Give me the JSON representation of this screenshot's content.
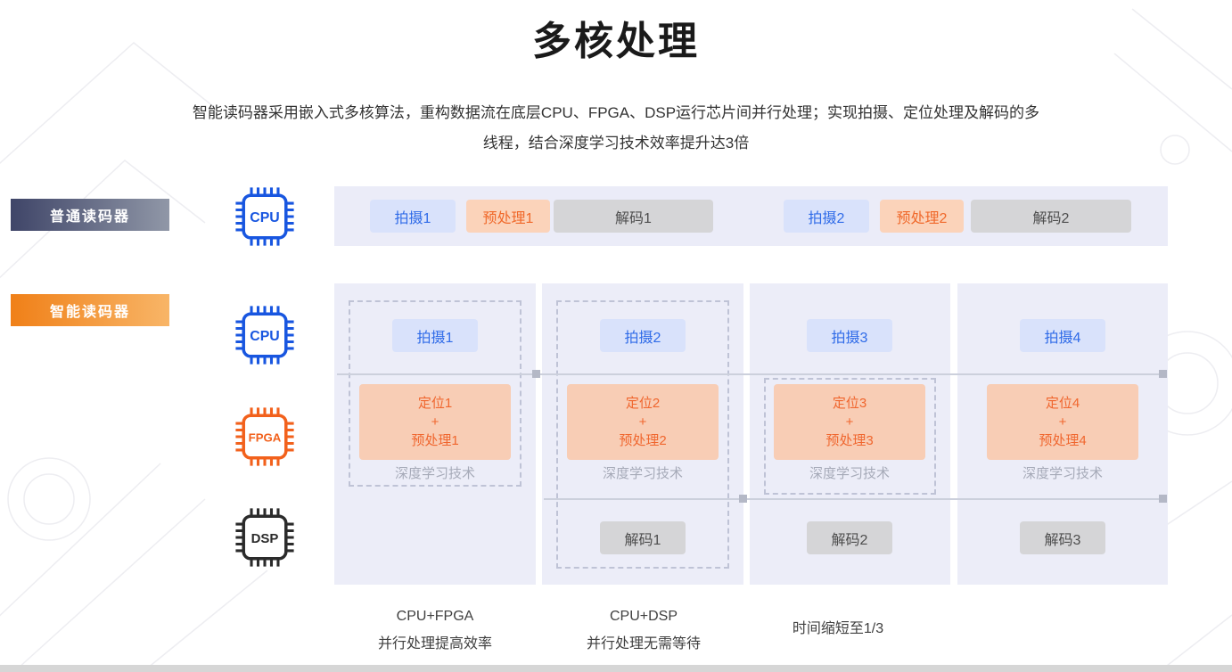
{
  "page": {
    "title": "多核处理",
    "description": {
      "line1": "智能读码器采用嵌入式多核算法，重构数据流在底层CPU、FPGA、DSP运行芯片间并行处理；实现拍摄、定位处理及解码的多",
      "line2": "线程，结合深度学习技术效率提升达3倍"
    }
  },
  "rows": {
    "normal_label": "普通读码器",
    "smart_label": "智能读码器"
  },
  "chips": {
    "cpu_normal": "CPU",
    "cpu_smart": "CPU",
    "fpga": "FPGA",
    "dsp": "DSP"
  },
  "normal_timeline": {
    "capture1": "拍摄1",
    "preprocess1": "预处理1",
    "decode1": "解码1",
    "capture2": "拍摄2",
    "preprocess2": "预处理2",
    "decode2": "解码2"
  },
  "smart_columns": [
    {
      "capture": "拍摄1",
      "locate": "定位1",
      "plus": "+",
      "preprocess": "预处理1",
      "deep_learning": "深度学习技术"
    },
    {
      "capture": "拍摄2",
      "locate": "定位2",
      "plus": "+",
      "preprocess": "预处理2",
      "deep_learning": "深度学习技术",
      "decode": "解码1"
    },
    {
      "capture": "拍摄3",
      "locate": "定位3",
      "plus": "+",
      "preprocess": "预处理3",
      "deep_learning": "深度学习技术",
      "decode": "解码2"
    },
    {
      "capture": "拍摄4",
      "locate": "定位4",
      "plus": "+",
      "preprocess": "预处理4",
      "deep_learning": "深度学习技术",
      "decode": "解码3"
    }
  ],
  "captions": {
    "col1": {
      "line1": "CPU+FPGA",
      "line2": "并行处理提高效率"
    },
    "col2": {
      "line1": "CPU+DSP",
      "line2": "并行处理无需等待"
    },
    "col3": {
      "line1": "时间缩短至1/3"
    }
  },
  "colors": {
    "cpu_blue": "#1856e0",
    "fpga_orange": "#f2611c",
    "dsp_dark": "#2b2b2b",
    "capture_button_bg": "#d9e2fb",
    "capture_button_text": "#2f6be8",
    "preprocess_button_bg": "#fbd3ba",
    "preprocess_button_text": "#f0682a",
    "decode_button_bg": "#d5d5d7",
    "decode_button_text": "#4d4d4d",
    "locate_box_bg": "#f8cdb5",
    "locate_box_text": "#f0662e",
    "panel_bg": "#ecedf8",
    "normal_badge_gradient": "#3f4568 → #9097a7",
    "smart_badge_gradient": "#f08018 → #f8b567"
  }
}
